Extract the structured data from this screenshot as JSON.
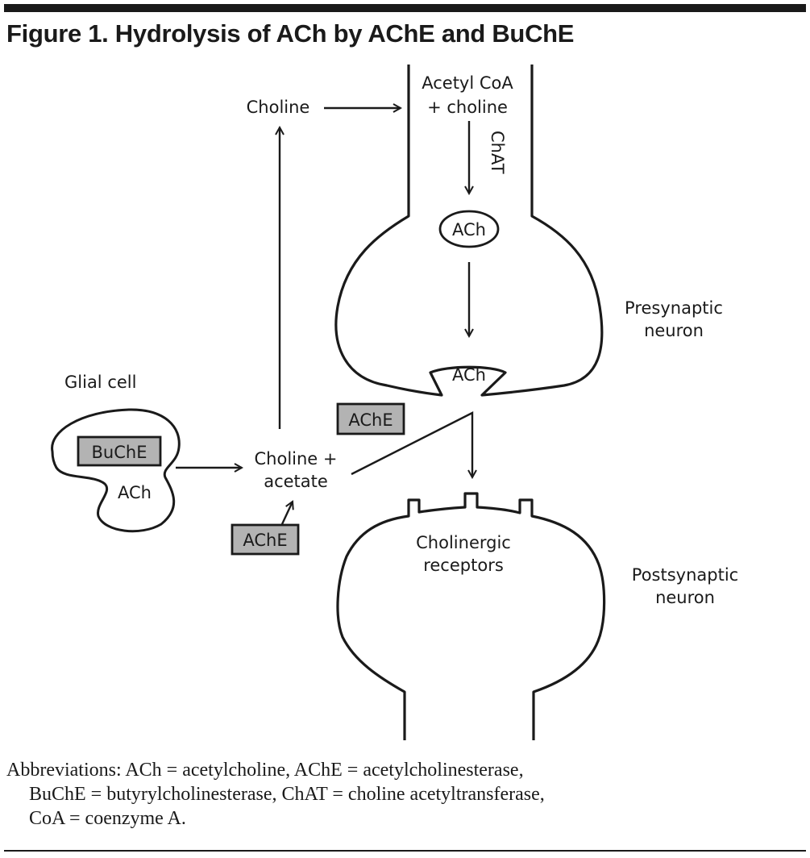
{
  "figure": {
    "title": "Figure 1. Hydrolysis of ACh by AChE and BuChE"
  },
  "labels": {
    "choline_top": "Choline",
    "acetyl_coa_line1": "Acetyl CoA",
    "acetyl_coa_line2": "+ choline",
    "chat": "ChAT",
    "ach_vesicle": "ACh",
    "ach_release": "ACh",
    "presynaptic_line1": "Presynaptic",
    "presynaptic_line2": "neuron",
    "glial_cell": "Glial cell",
    "buche_box": "BuChE",
    "ach_glial": "ACh",
    "choline_acetate_line1": "Choline +",
    "choline_acetate_line2": "acetate",
    "ache_box_synapse": "AChE",
    "ache_box_bottom": "AChE",
    "cholinergic_line1": "Cholinergic",
    "cholinergic_line2": "receptors",
    "postsynaptic_line1": "Postsynaptic",
    "postsynaptic_line2": "neuron"
  },
  "colors": {
    "enzyme_box_fill": "#b3b3b3",
    "ink": "#1a1a1a"
  },
  "abbreviations": {
    "line1": "Abbreviations: ACh = acetylcholine, AChE = acetylcholinesterase,",
    "line2": "BuChE = butyrylcholinesterase, ChAT = choline acetyltransferase,",
    "line3": "CoA = coenzyme A."
  }
}
